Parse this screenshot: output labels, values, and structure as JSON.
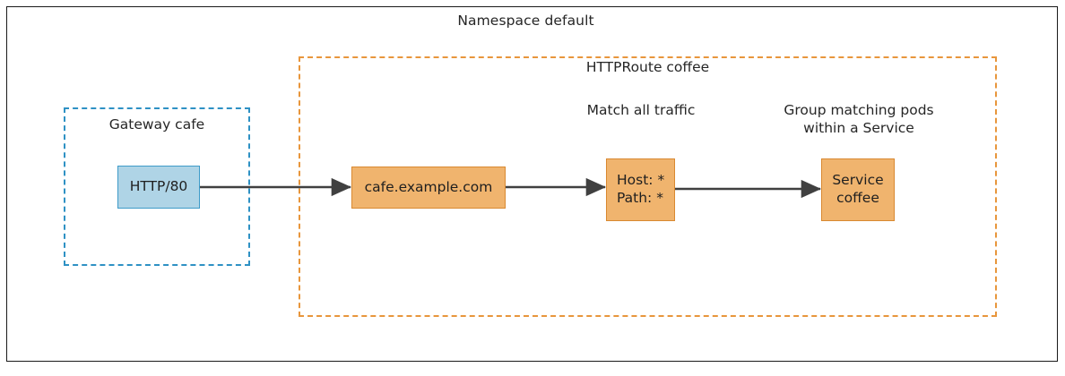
{
  "diagram": {
    "namespace": {
      "title": "Namespace default"
    },
    "gateway": {
      "title": "Gateway cafe"
    },
    "route": {
      "title": "HTTPRoute coffee"
    },
    "nodes": {
      "listener": {
        "label": "HTTP/80"
      },
      "hostname": {
        "label": "cafe.example.com"
      },
      "match": {
        "line1": "Host: *",
        "line2": "Path: *"
      },
      "service": {
        "line1": "Service",
        "line2": "coffee"
      }
    },
    "captions": {
      "match": {
        "line1": "Match all",
        "line2": "traffic"
      },
      "service": {
        "line1": "Group matching",
        "line2": "pods within a Service"
      }
    },
    "colors": {
      "gateway_dashed": "#2E91C4",
      "route_dashed": "#E8963C",
      "listener_fill": "#AFD4E6",
      "listener_stroke": "#3E9BC9",
      "node_fill": "#F0B46E",
      "node_stroke": "#D98931",
      "arrow": "#404040",
      "frame": "#1a1a1a"
    }
  }
}
